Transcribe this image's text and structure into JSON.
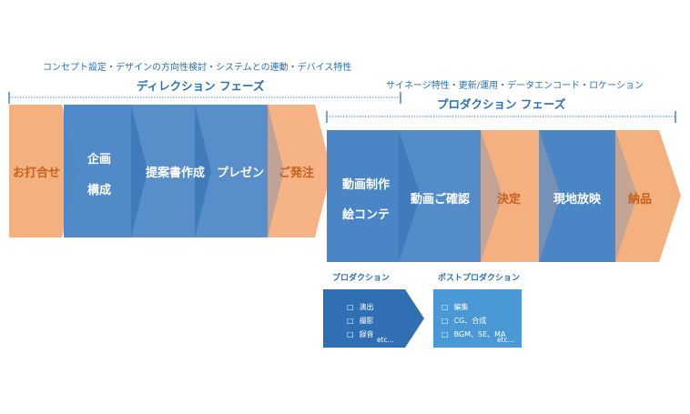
{
  "direction": {
    "note": "コンセプト設定・デザインの方向性検討・システムとの連動・デバイス特性",
    "phase": "ディレクション フェーズ"
  },
  "production": {
    "note": "サイネージ特性・更新/運用・データエンコード・ロケーション",
    "phase": "プロダクション フェーズ"
  },
  "steps": {
    "s1": "お打合せ",
    "s2a": "企画",
    "s2b": "構成",
    "s3": "提案書作成",
    "s4": "プレゼン",
    "s5": "ご発注",
    "s6a": "動画制作",
    "s6b": "絵コンテ",
    "s7": "動画ご確認",
    "s8": "決定",
    "s9": "現地放映",
    "s10": "納品"
  },
  "sub_production": {
    "title": "プロダクション",
    "items": [
      "演出",
      "撮影",
      "録音"
    ],
    "etc": "etc..."
  },
  "sub_post": {
    "title": "ポストプロダクション",
    "items": [
      "編集",
      "CG、合成",
      "BGM、SE、MA"
    ],
    "etc": "etc..."
  },
  "colors": {
    "blue": "#4a86c6",
    "orange": "#f5b07f",
    "text_blue": "#2a6fb5",
    "text_orange": "#c4621d"
  }
}
